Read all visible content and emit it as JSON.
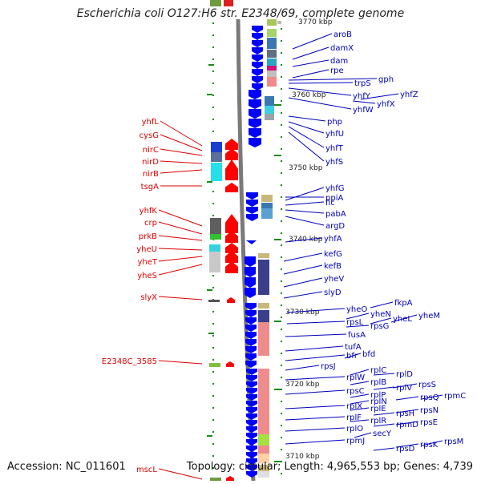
{
  "title": "Escherichia coli O127:H6 str. E2348/69, complete genome",
  "accession": "Accession: NC_011601",
  "topology": "Topology: circular; Length: 4,965,553 bp; Genes: 4,739",
  "colors": {
    "minus_label": "#dd0000",
    "plus_label": "#0000bb",
    "backbone": "#7a7a7a",
    "minus_arrow": "#ff0000",
    "plus_arrow": "#0000ff",
    "tick": "#1a8a1a"
  },
  "scale_ticks": [
    "3770 kbp",
    "3760 kbp",
    "3750 kbp",
    "3740 kbp",
    "3730 kbp",
    "3720 kbp",
    "3710 kbp"
  ],
  "left_labels": [
    "yhfL",
    "cysG",
    "nirC",
    "nirD",
    "nirB",
    "tsgA",
    "yhfK",
    "crp",
    "prkB",
    "yheU",
    "yheT",
    "yheS",
    "slyX",
    "E2348C_3585",
    "mscL"
  ],
  "right_labels": [
    "aroB",
    "damX",
    "dam",
    "rpe",
    "gph",
    "trpS",
    "yhfY",
    "yhfZ",
    "yhfX",
    "yhfW",
    "php",
    "yhfU",
    "yhfT",
    "yhfS",
    "ppiA",
    "yhfG",
    "fic",
    "pabA",
    "argD",
    "yhfA",
    "kefG",
    "kefB",
    "yheV",
    "slyD",
    "fkpA",
    "yheO",
    "yheN",
    "yheM",
    "rpsL",
    "yheL",
    "rpsG",
    "fusA",
    "tufA",
    "bfd",
    "bfr",
    "rpsJ",
    "rplC",
    "rplD",
    "rplW",
    "rplB",
    "rpsS",
    "rplV",
    "rpsC",
    "rplP",
    "rpsQ",
    "rpmC",
    "rplN",
    "rplX",
    "rplE",
    "rpsN",
    "rpsH",
    "rplF",
    "rplR",
    "rpmD",
    "rpsE",
    "rplO",
    "secY",
    "rpmJ",
    "rpsK",
    "rpsM",
    "rpsD"
  ]
}
